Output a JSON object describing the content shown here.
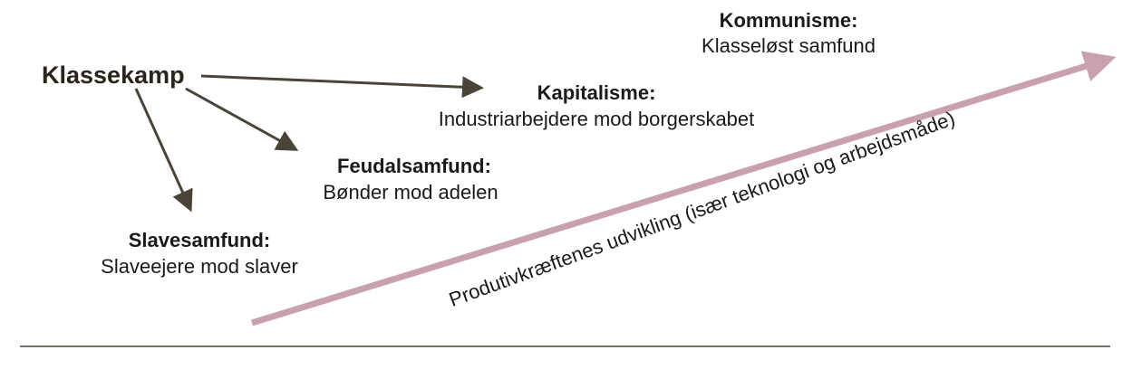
{
  "root": {
    "label": "Klassekamp"
  },
  "stages": [
    {
      "title": "Slavesamfund:",
      "description": "Slaveejere mod slaver"
    },
    {
      "title": "Feudalsamfund:",
      "description": "Bønder mod adelen"
    },
    {
      "title": "Kapitalisme:",
      "description": "Industriarbejdere mod borgerskabet"
    },
    {
      "title": "Kommunisme:",
      "description": "Klasseløst samfund"
    }
  ],
  "axis": {
    "label": "Produtivkræftenes udvikling (især teknologi og arbejdsmåde)"
  },
  "colors": {
    "dark_arrow": "#4a4438",
    "pink_arrow": "#c9a1ac",
    "baseline": "#77736a",
    "text": "#1c1a17"
  }
}
